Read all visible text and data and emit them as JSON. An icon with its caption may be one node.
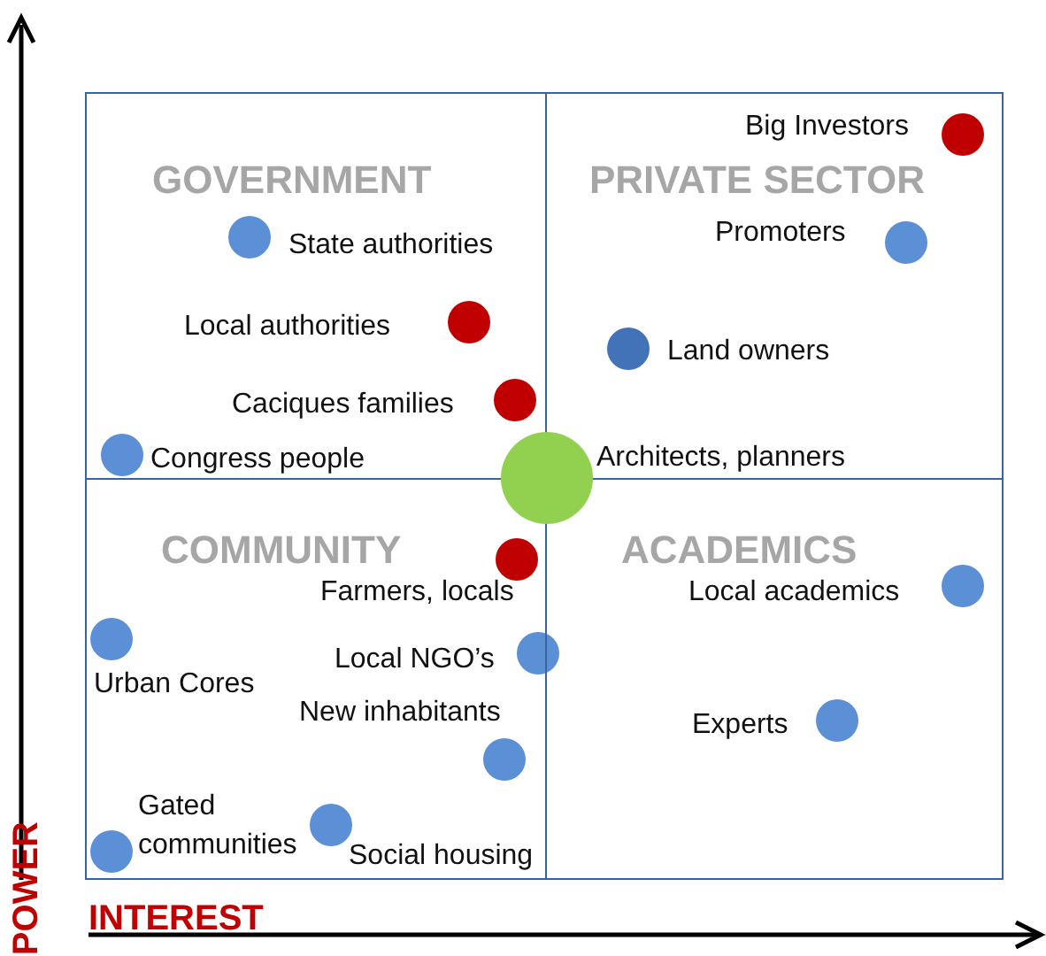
{
  "diagram": {
    "nodes": [
      {
        "text": [
          "GOVERNMENT"
        ]
      },
      {
        "text": [
          "PRIVATE SECTOR"
        ]
      },
      {
        "text": [
          "COMMUNITY"
        ]
      },
      {
        "text": [
          "ACADEMICS"
        ]
      },
      {
        "text": [],
        "shape": "circle",
        "beside": [
          "Big Investors"
        ],
        "in": 1
      },
      {
        "text": [],
        "shape": "circle",
        "beside": [
          "Promoters"
        ],
        "in": 1
      },
      {
        "text": [],
        "shape": "circle",
        "beside": [
          "Land owners"
        ],
        "in": 1
      },
      {
        "text": [],
        "shape": "circle",
        "beside": [
          "State authorities"
        ],
        "in": 0
      },
      {
        "text": [],
        "shape": "circle",
        "beside": [
          "Local authorities"
        ],
        "in": 0
      },
      {
        "text": [],
        "shape": "circle",
        "beside": [
          "Caciques families"
        ],
        "in": 0
      },
      {
        "text": [],
        "shape": "circle",
        "beside": [
          "Congress people"
        ],
        "in": 0
      },
      {
        "text": [],
        "shape": "circle",
        "beside": [
          "Architects, planners"
        ]
      },
      {
        "text": [],
        "shape": "circle",
        "beside": [
          "Farmers, locals"
        ],
        "in": 2
      },
      {
        "text": [],
        "shape": "circle",
        "beside": [
          "Local academics"
        ],
        "in": 3
      },
      {
        "text": [],
        "shape": "circle",
        "beside": [
          "Urban Cores"
        ],
        "in": 2
      },
      {
        "text": [],
        "shape": "circle",
        "beside": [
          "Local NGO’s"
        ],
        "in": 2
      },
      {
        "text": [],
        "shape": "circle",
        "beside": [
          "New inhabitants"
        ],
        "in": 2
      },
      {
        "text": [],
        "shape": "circle",
        "beside": [
          "Experts"
        ],
        "in": 3
      },
      {
        "text": [],
        "shape": "circle",
        "beside": [
          "Gated communities"
        ],
        "in": 2
      },
      {
        "text": [],
        "shape": "circle",
        "beside": [
          "Social housing"
        ],
        "in": 2
      }
    ],
    "edges": [],
    "labels": [
      "POWER",
      "INTEREST"
    ]
  }
}
